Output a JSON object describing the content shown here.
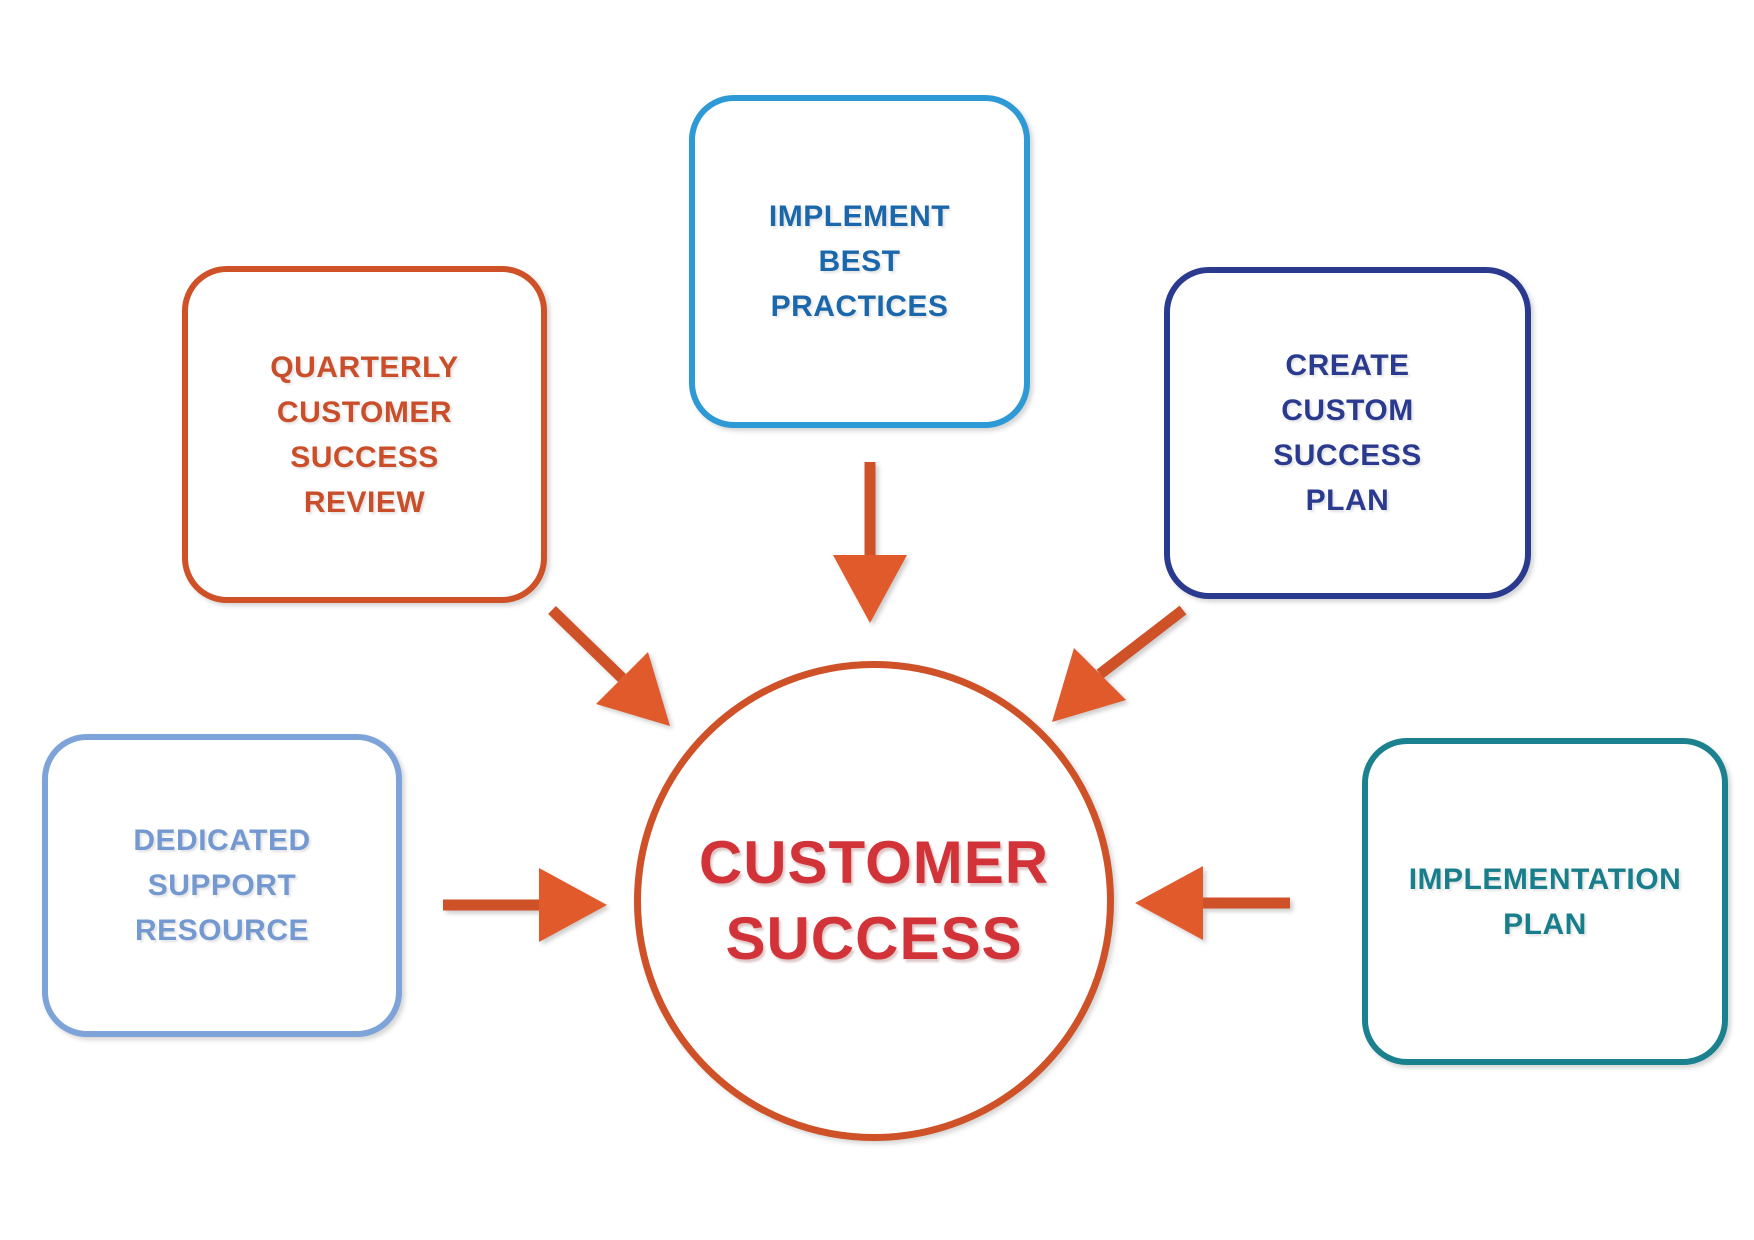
{
  "colors": {
    "orange": "#CE5128",
    "orange-head": "#E05A2C",
    "orange-text": "#C94E29",
    "red-text": "#D23338",
    "lightblue": "#2D9AD5",
    "blue-text": "#1A67AB",
    "navy": "#2A3A8F",
    "periwinkle": "#7EA3D9",
    "periwinkle-text": "#7499D1",
    "teal": "#1C818F",
    "teal-text": "#187E8C",
    "background": "#FFFFFF"
  },
  "diagram": {
    "type": "hub-and-spoke",
    "center": {
      "id": "customer-success",
      "lines": [
        "CUSTOMER",
        "SUCCESS"
      ]
    },
    "nodes": [
      {
        "id": "quarterly-customer-success-review",
        "lines": [
          "QUARTERLY",
          "CUSTOMER",
          "SUCCESS",
          "REVIEW"
        ],
        "border_color": "#CE5128",
        "text_color": "#C94E29",
        "position": "top-left"
      },
      {
        "id": "implement-best-practices",
        "lines": [
          "IMPLEMENT",
          "BEST",
          "PRACTICES"
        ],
        "border_color": "#2D9AD5",
        "text_color": "#1A67AB",
        "position": "top-center"
      },
      {
        "id": "create-custom-success-plan",
        "lines": [
          "CREATE",
          "CUSTOM",
          "SUCCESS",
          "PLAN"
        ],
        "border_color": "#2A3A8F",
        "text_color": "#2A3A8F",
        "position": "top-right"
      },
      {
        "id": "dedicated-support-resource",
        "lines": [
          "DEDICATED",
          "SUPPORT",
          "RESOURCE"
        ],
        "border_color": "#7EA3D9",
        "text_color": "#7499D1",
        "position": "middle-left"
      },
      {
        "id": "implementation-plan",
        "lines": [
          "IMPLEMENTATION",
          "PLAN"
        ],
        "border_color": "#1C818F",
        "text_color": "#187E8C",
        "position": "middle-right"
      }
    ],
    "arrows": [
      {
        "from": "quarterly-customer-success-review",
        "to": "customer-success",
        "direction": "down-right",
        "color": "#CE5128"
      },
      {
        "from": "implement-best-practices",
        "to": "customer-success",
        "direction": "down",
        "color": "#CE5128"
      },
      {
        "from": "create-custom-success-plan",
        "to": "customer-success",
        "direction": "down-left",
        "color": "#CE5128"
      },
      {
        "from": "dedicated-support-resource",
        "to": "customer-success",
        "direction": "right",
        "color": "#CE5128"
      },
      {
        "from": "implementation-plan",
        "to": "customer-success",
        "direction": "left",
        "color": "#CE5128"
      }
    ]
  }
}
